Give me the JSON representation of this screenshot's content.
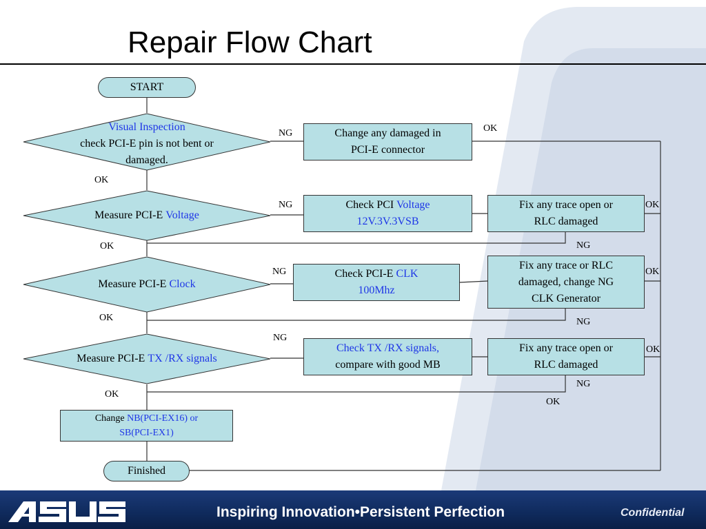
{
  "title": "Repair Flow Chart",
  "colors": {
    "node_fill": "#b7e0e5",
    "highlight_text": "#1e36e6",
    "footer_bg": "#0f2a5c"
  },
  "nodes": {
    "start": "START",
    "visual_inspection": {
      "line1": "Visual Inspection",
      "line2": "check PCI-E pin is not bent or",
      "line3": "damaged."
    },
    "change_connector": {
      "line1": "Change any damaged in",
      "line2": "PCI-E connector"
    },
    "measure_voltage": {
      "prefix": "Measure PCI-E ",
      "highlight": "Voltage"
    },
    "check_voltage": {
      "prefix": "Check PCI ",
      "highlight": "Voltage",
      "line2": "12V.3V.3VSB"
    },
    "fix_trace_1": {
      "line1": "Fix any trace open or",
      "line2": "RLC damaged"
    },
    "measure_clock": {
      "prefix": "Measure PCI-E ",
      "highlight": "Clock"
    },
    "check_clk": {
      "prefix": "Check PCI-E ",
      "highlight": "CLK",
      "line2": "100Mhz"
    },
    "fix_clk": {
      "line1": "Fix any trace or RLC",
      "line2": "damaged, change NG",
      "line3": "CLK Generator"
    },
    "measure_txrx": {
      "prefix": "Measure PCI-E ",
      "highlight": "TX /RX signals"
    },
    "check_txrx": {
      "line1": "Check TX /RX signals,",
      "line2": "compare with good MB"
    },
    "fix_trace_2": {
      "line1": "Fix any trace open or",
      "line2": "RLC damaged"
    },
    "change_nb": {
      "prefix": "Change ",
      "highlight1": "NB(PCI-EX16) or",
      "line2": "SB(PCI-EX1)"
    },
    "finished": "Finished"
  },
  "labels": {
    "ng": "NG",
    "ok": "OK"
  },
  "footer": {
    "brand": "ASUS",
    "tagline": "Inspiring Innovation•Persistent Perfection",
    "confidential": "Confidential"
  }
}
